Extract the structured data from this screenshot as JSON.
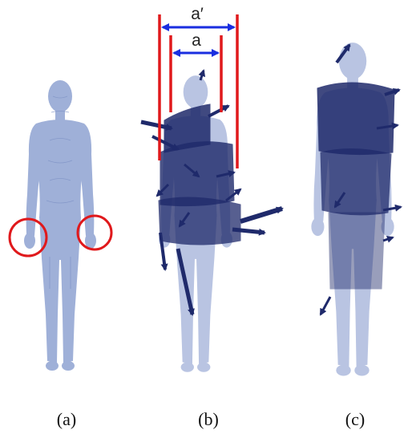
{
  "panels": [
    {
      "id": "a",
      "caption": "(a)"
    },
    {
      "id": "b",
      "caption": "(b)"
    },
    {
      "id": "c",
      "caption": "(c)"
    }
  ],
  "dimensions": {
    "outer_label": "a′",
    "inner_label": "a"
  },
  "colors": {
    "body_fill": "#9fb0d8",
    "body_shade": "#7f93c6",
    "arrow": "#1f2a6b",
    "highlight_circle": "#e0191c",
    "guide_line": "#e0191c",
    "dimension_arrow": "#1a2ee0"
  }
}
